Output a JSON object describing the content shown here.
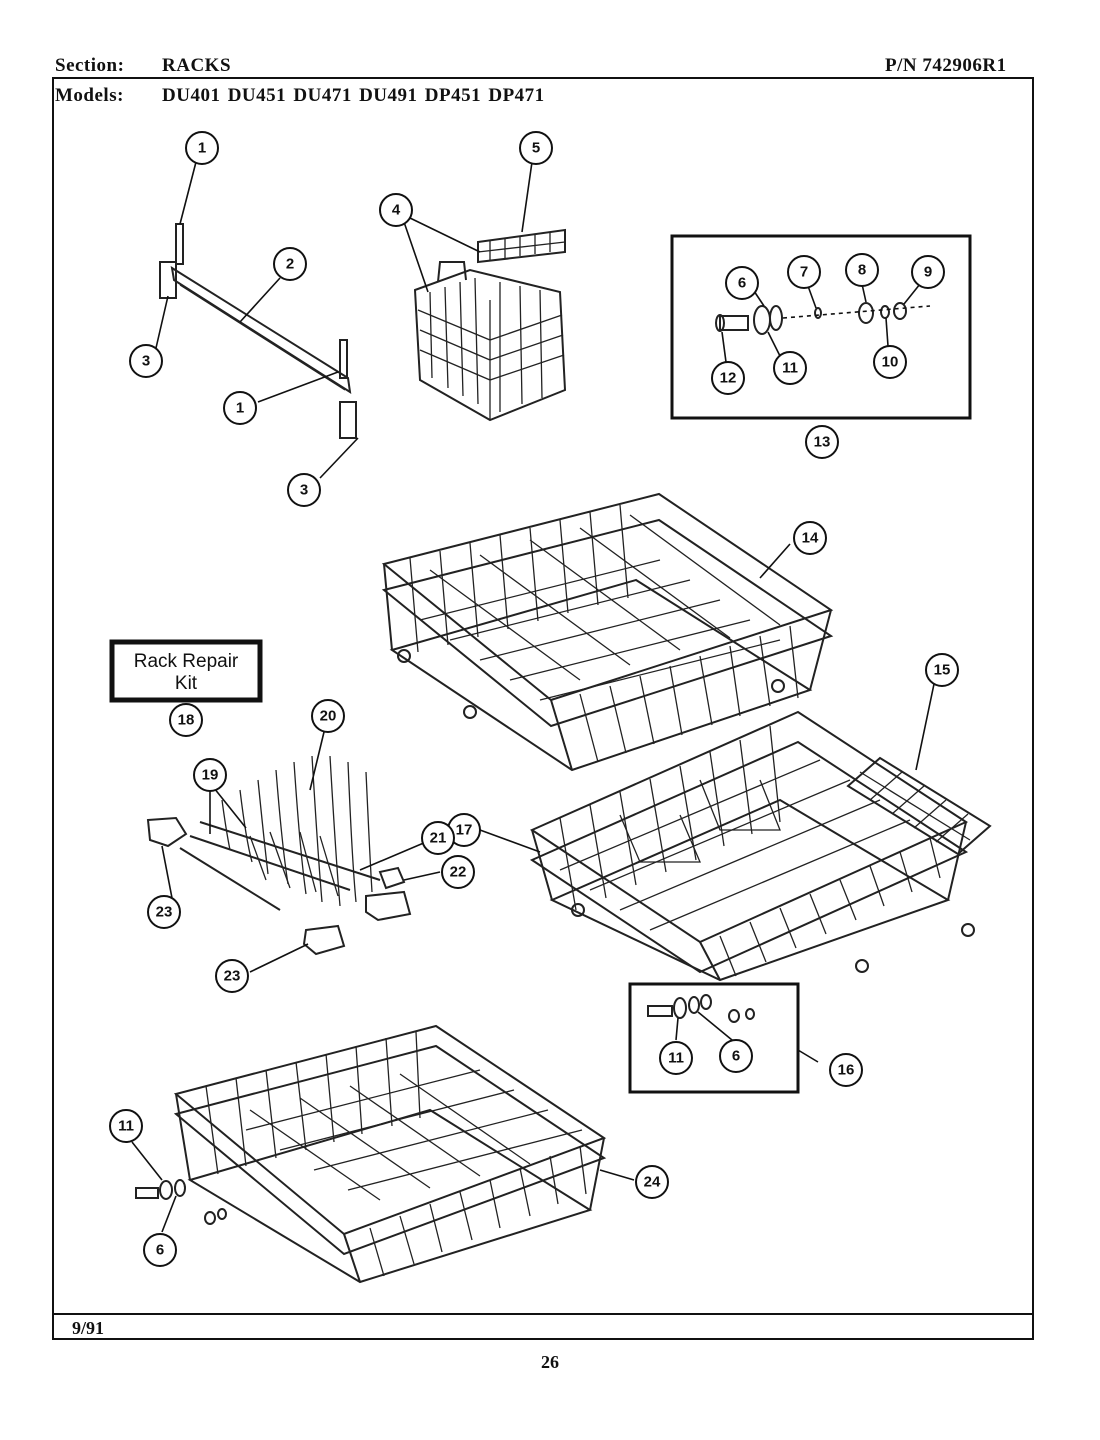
{
  "header": {
    "section_label": "Section:",
    "section_value": "RACKS",
    "models_label": "Models:",
    "models_value": "DU401  DU451  DU471  DU491  DP451  DP471",
    "part_number": "P/N 742906R1"
  },
  "footer": {
    "date": "9/91",
    "page": "26"
  },
  "kit_box": {
    "line1": "Rack Repair",
    "line2": "Kit"
  },
  "callouts": [
    "1",
    "2",
    "3",
    "1",
    "3",
    "4",
    "5",
    "6",
    "7",
    "8",
    "9",
    "12",
    "11",
    "10",
    "13",
    "14",
    "15",
    "17",
    "18",
    "19",
    "20",
    "21",
    "22",
    "23",
    "23",
    "11",
    "6",
    "16",
    "11",
    "6",
    "24"
  ]
}
